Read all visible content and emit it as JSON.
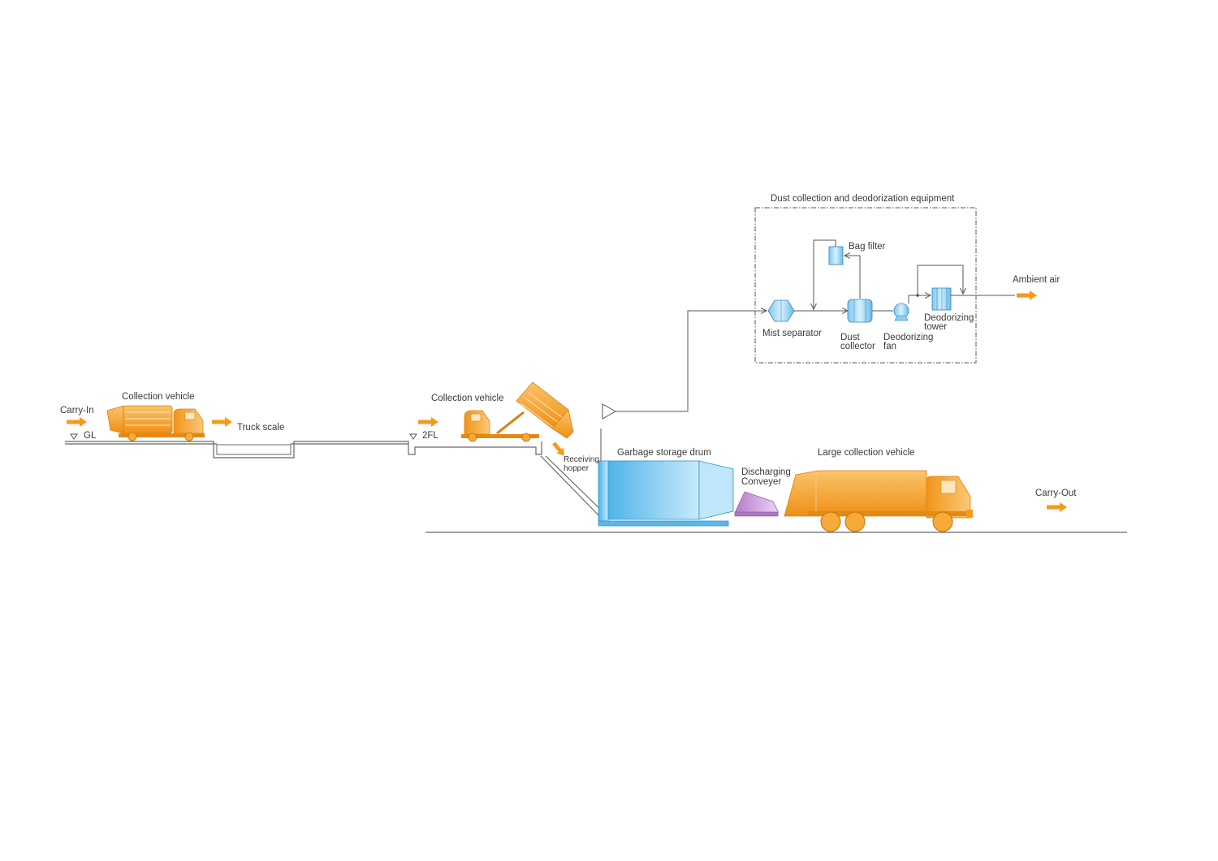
{
  "colors": {
    "orange": "#f39a1f",
    "orange_light": "#f8b955",
    "orange_dark": "#d97f10",
    "blue": "#58b9ec",
    "blue_light": "#a7dcf6",
    "purple": "#c48cd6",
    "line": "#555555"
  },
  "labels": {
    "carry_in": "Carry-In",
    "gl": "GL",
    "collection_vehicle_1": "Collection vehicle",
    "truck_scale": "Truck scale",
    "collection_vehicle_2": "Collection vehicle",
    "fl2": "2FL",
    "receiving_hopper_1": "Receiving",
    "receiving_hopper_2": "hopper",
    "garbage_storage_drum": "Garbage storage drum",
    "discharging_conveyer_1": "Discharging",
    "discharging_conveyer_2": "Conveyer",
    "large_collection_vehicle": "Large collection vehicle",
    "carry_out": "Carry-Out",
    "dust_equipment_title": "Dust collection and deodorization equipment",
    "bag_filter": "Bag filter",
    "mist_separator": "Mist separator",
    "dust_collector_1": "Dust",
    "dust_collector_2": "collector",
    "deodorizing_fan_1": "Deodorizing",
    "deodorizing_fan_2": "fan",
    "deodorizing_tower_1": "Deodorizing",
    "deodorizing_tower_2": "tower",
    "ambient_air": "Ambient air"
  }
}
